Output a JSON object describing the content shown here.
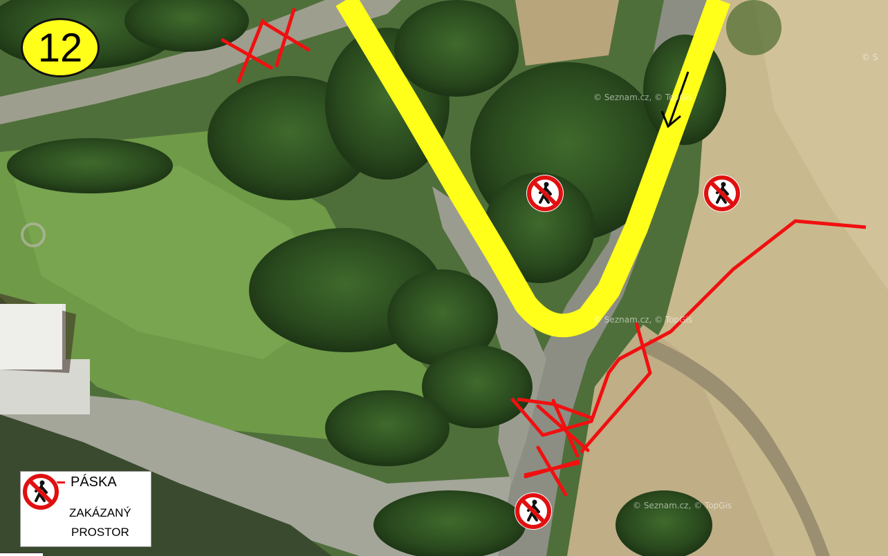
{
  "map": {
    "stage_number": "12",
    "watermarks": [
      "© Seznam.cz, © TopGis",
      "© Seznam.cz, © TopGis",
      "© Seznam.cz, © TopGis",
      "© S"
    ],
    "legend": {
      "tape_symbol": "X",
      "tape_label": "PÁSKA",
      "no_entry_label_line1": "ZAKÁZANÝ",
      "no_entry_label_line2": "PROSTOR"
    },
    "icons": {
      "direction": "arrow-down-left-icon",
      "no_pedestrian": "no-pedestrian-icon",
      "tape_cross": "red-x-icon"
    },
    "colors": {
      "route": "#ffff1a",
      "tape": "#f01010",
      "badge": "#ffff1a",
      "no_entry_ring": "#e01010"
    }
  }
}
